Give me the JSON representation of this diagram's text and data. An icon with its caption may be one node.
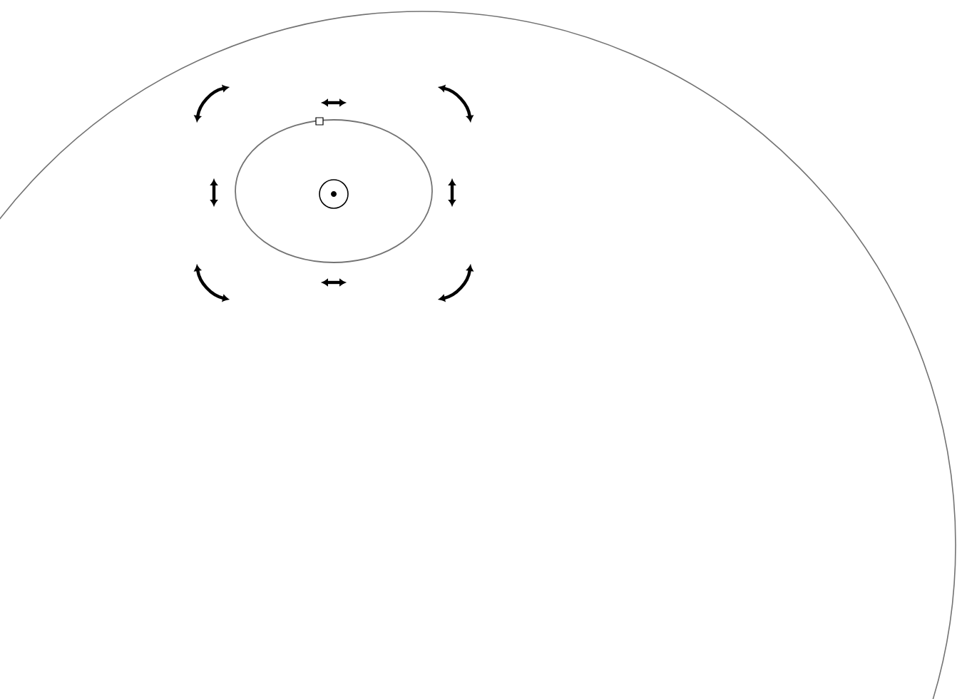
{
  "diagram": {
    "nodes": [
      {
        "text": [],
        "shape": "circle"
      },
      {
        "text": [],
        "shape": "ellipse",
        "in": 0
      }
    ]
  }
}
